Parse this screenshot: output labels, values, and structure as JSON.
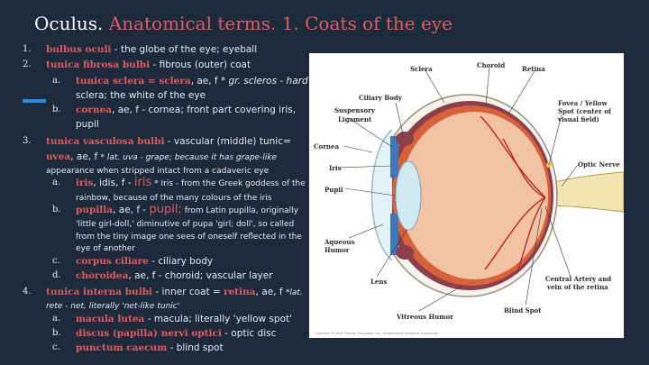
{
  "title": {
    "prefix": "Oculus.",
    "main": "Anatomical terms. 1. Coats of the eye"
  },
  "items": [
    {
      "n": "1.",
      "term": "bulbus oculi",
      "rest": " - the globe of the eye; eyeball"
    },
    {
      "n": "2.",
      "term": "tunica fibrosa bulbi",
      "rest": " - fibrous (outer) coat"
    },
    {
      "n": "a.",
      "term": "tunica sclera = sclera",
      "rest": ", ae, f ",
      "latin": "* gr. scleros - hard"
    },
    {
      "line": "sclera; the white of the eye"
    },
    {
      "n": "b.",
      "term": "cornea",
      "rest": ", ae, f - cornea; front part covering iris,"
    },
    {
      "line": "pupil"
    },
    {
      "n": "3.",
      "term": "tunica vasculosa bulbi",
      "rest": " - vascular (middle) tunic="
    },
    {
      "term": "uvea",
      "rest": ", ae, f ",
      "small": "* lat. uva - grape;  because it has grape-like"
    },
    {
      "small": "appearance when stripped intact from a cadaveric eye"
    },
    {
      "n": "a.",
      "term": "iris",
      "rest": ", idis, f - ",
      "hl": "iris",
      "small": " * Iris - from the Greek goddess of the"
    },
    {
      "small": "rainbow, because of the many colours of the iris"
    },
    {
      "n": "b.",
      "term": "pupilla",
      "rest": ", ae, f - ",
      "hl": "pupil;",
      "small": " from Latin pupilla, originally"
    },
    {
      "small": "'little girl-doll,' diminutive of pupa 'girl; doll', so called"
    },
    {
      "small": "from the tiny image one sees of oneself reflected in the"
    },
    {
      "small": "eye of another"
    },
    {
      "n": "c.",
      "term": "corpus ciliare",
      "rest": " - ciliary body"
    },
    {
      "n": "d.",
      "term": "choroidea",
      "rest": ", ae, f - choroid; vascular layer"
    },
    {
      "n": "4.",
      "term": "tunica interna bulbi",
      "rest": " - inner coat = ",
      "term2": "retina",
      "rest2": ", ae, f ",
      "small": "*lat."
    },
    {
      "small": "rete - net, literally 'net-like tunic'"
    },
    {
      "n": "a.",
      "term": "macula lutea",
      "rest": " - macula; literally 'yellow spot'"
    },
    {
      "n": "b.",
      "term": "discus (papilla) nervi optici",
      "rest": " - optic disc"
    },
    {
      "n": "c.",
      "term": "punctum caecum",
      "rest": " - blind spot"
    }
  ],
  "diagram": {
    "labels": {
      "sclera": "Sclera",
      "choroid": "Choroid",
      "retina": "Retina",
      "ciliary": "Ciliary Body",
      "suspensory1": "Suspensory",
      "suspensory2": "Ligament",
      "fovea1": "Fovea / Yellow",
      "fovea2": "Spot (center of",
      "fovea3": "visual field)",
      "cornea": "Cornea",
      "iris": "Iris",
      "pupil": "Pupil",
      "optic": "Optic Nerve",
      "aqueous1": "Aqueous",
      "aqueous2": "Humor",
      "lens": "Lens",
      "central1": "Central Artery and",
      "central2": "vein of the retina",
      "vitreous": "Vitreous Humor",
      "blind": "Blind Spot",
      "copyright": "Copyright © 2006 Pearson Education, Inc., publishing as Benjamin Cummings"
    }
  }
}
